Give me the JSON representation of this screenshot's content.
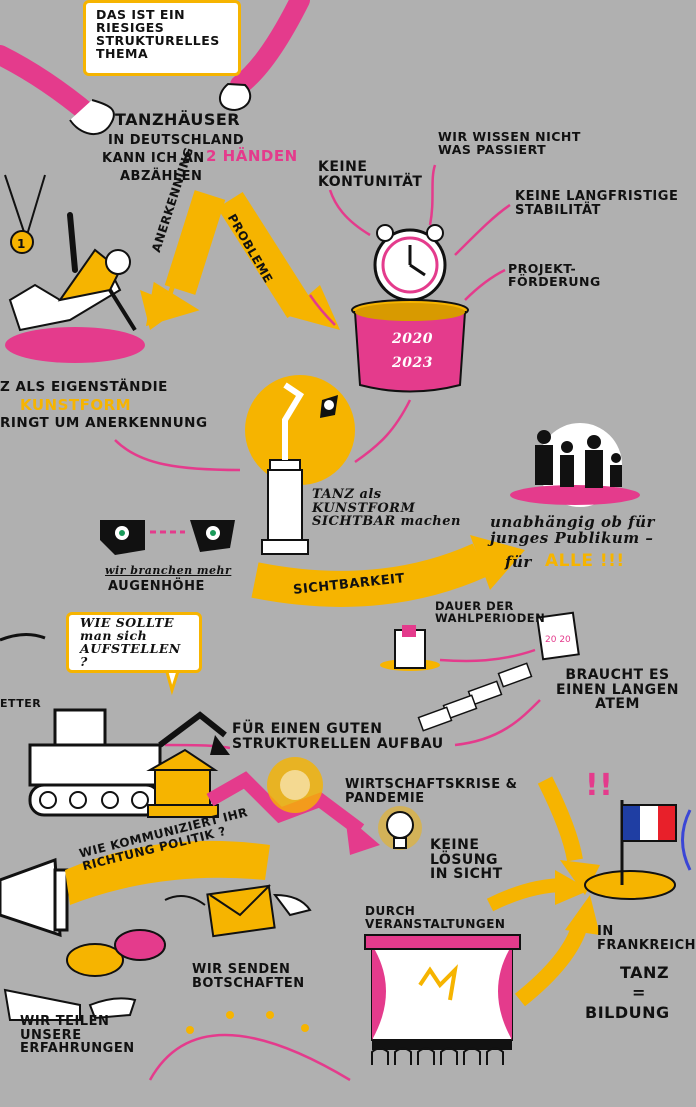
{
  "texts": {
    "structural_theme": "DAS IST EIN RIESIGES STRUKTURELLES THEMA",
    "tanzhaeuser_line1": "TANZHÄUSER",
    "tanzhaeuser_line2": "IN DEUTSCHLAND",
    "tanzhaeuser_line3a": "KANN ICH AN",
    "tanzhaeuser_line3b": "2 HÄNDEN",
    "tanzhaeuser_line4": "ABZÄHLEN",
    "anerkennung_arrow": "ANERKENNUNG",
    "probleme_arrow": "PROBLEME",
    "keine_kontinuitaet": "KEINE KONTUNITÄT",
    "wir_wissen": "WIR WISSEN NICHT WAS PASSIERT",
    "keine_stabilitaet": "KEINE LANGFRISTIGE STABILITÄT",
    "projektfoerderung": "PROJEKT-FÖRDERUNG",
    "pot_year1": "2020",
    "pot_year2": "2023",
    "kunstform_line1": "Z ALS EIGENSTÄNDIE",
    "kunstform_line2": "KUNSTFORM",
    "kunstform_line3": "RINGT UM ANERKENNUNG",
    "tanz_sichtbar": "TANZ als KUNSTFORM SICHTBAR machen",
    "augenhoehe_line1": "wir branchen mehr",
    "augenhoehe_line2": "AUGENHÖHE",
    "sichtbarkeit_arrow": "SICHTBARKEIT",
    "unabhaengig": "unabhängig ob für junges Publikum –",
    "fuer": "für",
    "alle": "ALLE !!!",
    "wie_aufstellen": "WIE SOLLTE man sich AUFSTELLEN ?",
    "dauer": "DAUER DER WAHLPERIODEN",
    "atem": "BRAUCHT ES EINEN LANGEN ATEM",
    "etter": "ETTER",
    "aufbau": "FÜR EINEN GUTEN STRUKTURELLEN AUFBAU",
    "krise": "WIRTSCHAFTSKRISE & PANDEMIE",
    "keine_loesung": "KEINE LÖSUNG IN SICHT",
    "kommunikation": "WIE KOMMUNIZIERT IHR RICHTUNG POLITIK ?",
    "veranstaltungen": "DURCH VERANSTALTUNGEN",
    "botschaften": "WIR SENDEN BOTSCHAFTEN",
    "erfahrungen": "WIR TEILEN UNSERE ERFAHRUNGEN",
    "frankreich": "IN FRANKREICH",
    "tanz": "TANZ",
    "equals": "=",
    "bildung": "BILDUNG",
    "exclamation": "!!",
    "medal": "1",
    "calendar": "20 20"
  },
  "colors": {
    "background": "#b0b0b0",
    "pink": "#e43b8c",
    "yellow": "#f6b400",
    "ink": "#111111",
    "white": "#ffffff",
    "flag_blue": "#1f3ea3",
    "flag_red": "#e8202a"
  },
  "icons": [
    "hands",
    "dancer",
    "clock",
    "cooking-pot",
    "statue",
    "eyes",
    "family",
    "bubble",
    "calendar",
    "money",
    "excavator",
    "temple",
    "virus",
    "lightbulb",
    "megaphone",
    "envelope",
    "speech-bubbles",
    "stage",
    "france-flag"
  ]
}
